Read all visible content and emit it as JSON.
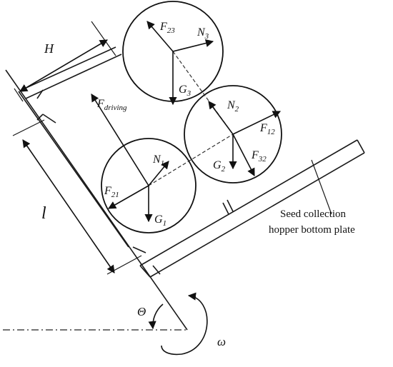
{
  "labels": {
    "H": "H",
    "l": "l",
    "theta": "Θ",
    "omega": "ω",
    "F_driving_main": "F",
    "F_driving_sub": "driving",
    "F23_main": "F",
    "F23_sub": "23",
    "N3_main": "N",
    "N3_sub": "3",
    "G3_main": "G",
    "G3_sub": "3",
    "N2_main": "N",
    "N2_sub": "2",
    "F12_main": "F",
    "F12_sub": "12",
    "G2_main": "G",
    "G2_sub": "2",
    "F32_main": "F",
    "F32_sub": "32",
    "N1_main": "N",
    "N1_sub": "1",
    "F21_main": "F",
    "F21_sub": "21",
    "G1_main": "G",
    "G1_sub": "1"
  },
  "callout": {
    "line1": "Seed collection",
    "line2": "hopper bottom plate"
  }
}
